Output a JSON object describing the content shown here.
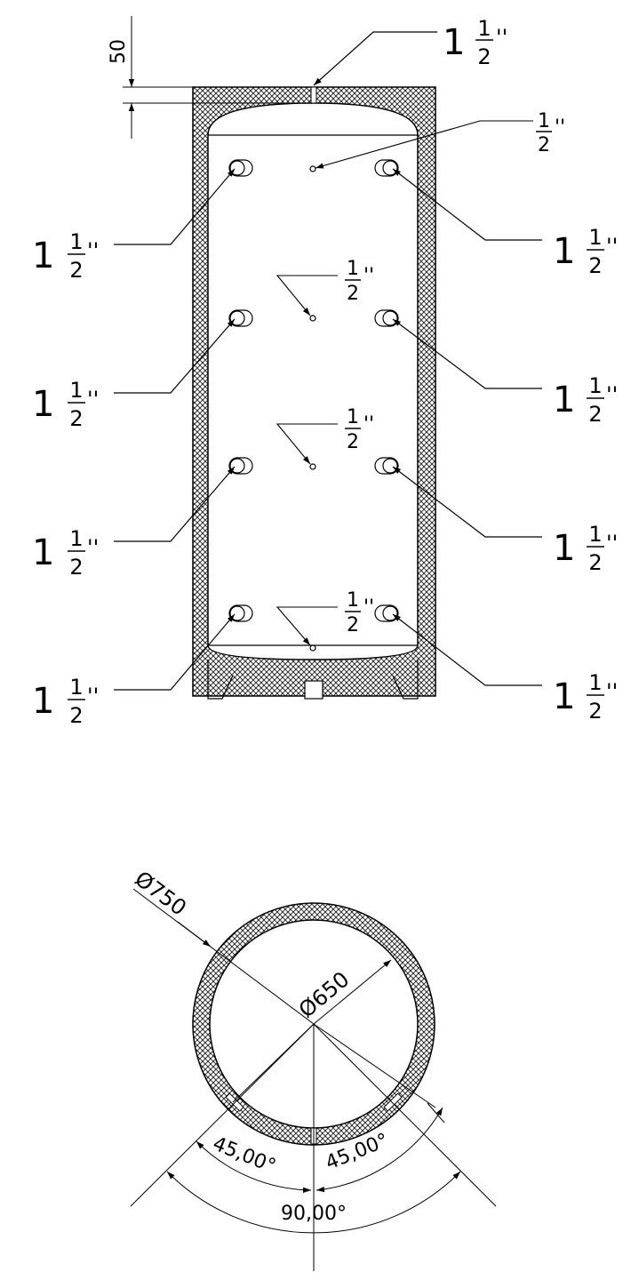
{
  "tank": {
    "top_margin_label": "50",
    "top_port": {
      "whole": "1",
      "num": "1",
      "den": "2",
      "mark": "''"
    },
    "sensor_ports": [
      {
        "num": "1",
        "den": "2",
        "mark": "''"
      },
      {
        "num": "1",
        "den": "2",
        "mark": "''"
      },
      {
        "num": "1",
        "den": "2",
        "mark": "''"
      },
      {
        "num": "1",
        "den": "2",
        "mark": "''"
      }
    ],
    "left_ports": [
      {
        "whole": "1",
        "num": "1",
        "den": "2",
        "mark": "''"
      },
      {
        "whole": "1",
        "num": "1",
        "den": "2",
        "mark": "''"
      },
      {
        "whole": "1",
        "num": "1",
        "den": "2",
        "mark": "''"
      },
      {
        "whole": "1",
        "num": "1",
        "den": "2",
        "mark": "''"
      }
    ],
    "right_ports": [
      {
        "whole": "1",
        "num": "1",
        "den": "2",
        "mark": "''"
      },
      {
        "whole": "1",
        "num": "1",
        "den": "2",
        "mark": "''"
      },
      {
        "whole": "1",
        "num": "1",
        "den": "2",
        "mark": "''"
      },
      {
        "whole": "1",
        "num": "1",
        "den": "2",
        "mark": "''"
      }
    ]
  },
  "plan": {
    "outer_diameter": "Ø750",
    "inner_diameter": "Ø650",
    "angle_left": "45,00°",
    "angle_right": "45,00°",
    "angle_total": "90,00°"
  }
}
